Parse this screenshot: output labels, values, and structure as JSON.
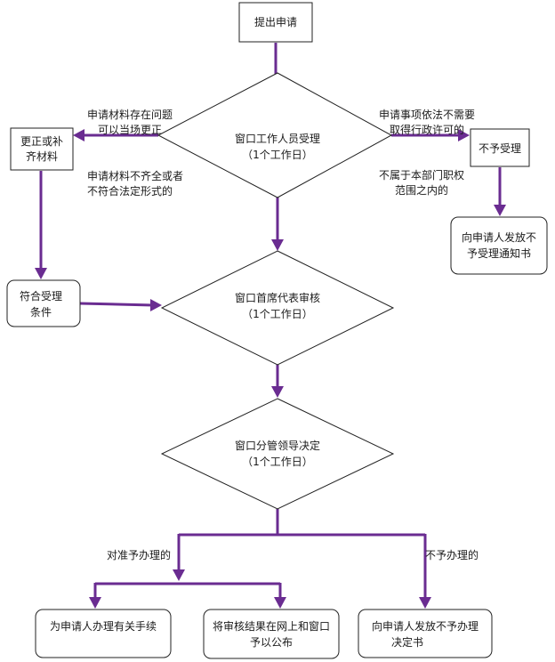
{
  "nodes": {
    "submit": "提出申请",
    "window_accept": {
      "line1": "窗口工作人员受理",
      "line2": "（1个工作日）"
    },
    "correct": {
      "line1": "更正或补",
      "line2": "齐材料"
    },
    "reject": "不予受理",
    "reject_notice": {
      "line1": "向申请人发放不",
      "line2": "予受理通知书"
    },
    "meets": {
      "line1": "符合受理",
      "line2": "条件"
    },
    "chief_review": {
      "line1": "窗口首席代表审核",
      "line2": "（1个工作日）"
    },
    "leader_decision": {
      "line1": "窗口分管领导决定",
      "line2": "（1个工作日）"
    },
    "handle_procedures": "为申请人办理有关手续",
    "publish": {
      "line1": "将审核结果在网上和窗口",
      "line2": "予以公布"
    },
    "no_handle_notice": {
      "line1": "向申请人发放不予办理",
      "line2": "决定书"
    }
  },
  "labels": {
    "fixable": {
      "line1": "申请材料存在问题",
      "line2": "可以当场更正"
    },
    "incomplete": {
      "line1": "申请材料不齐全或者",
      "line2": "不符合法定形式的"
    },
    "no_permit_needed": {
      "line1": "申请事项依法不需要",
      "line2": "取得行政许可的"
    },
    "out_of_scope": {
      "line1": "不属于本部门职权",
      "line2": "范围之内的"
    },
    "approved": "对准予办理的",
    "not_approved": "不予办理的"
  },
  "colors": {
    "arrow": "#6a2c91",
    "border": "#222222"
  }
}
